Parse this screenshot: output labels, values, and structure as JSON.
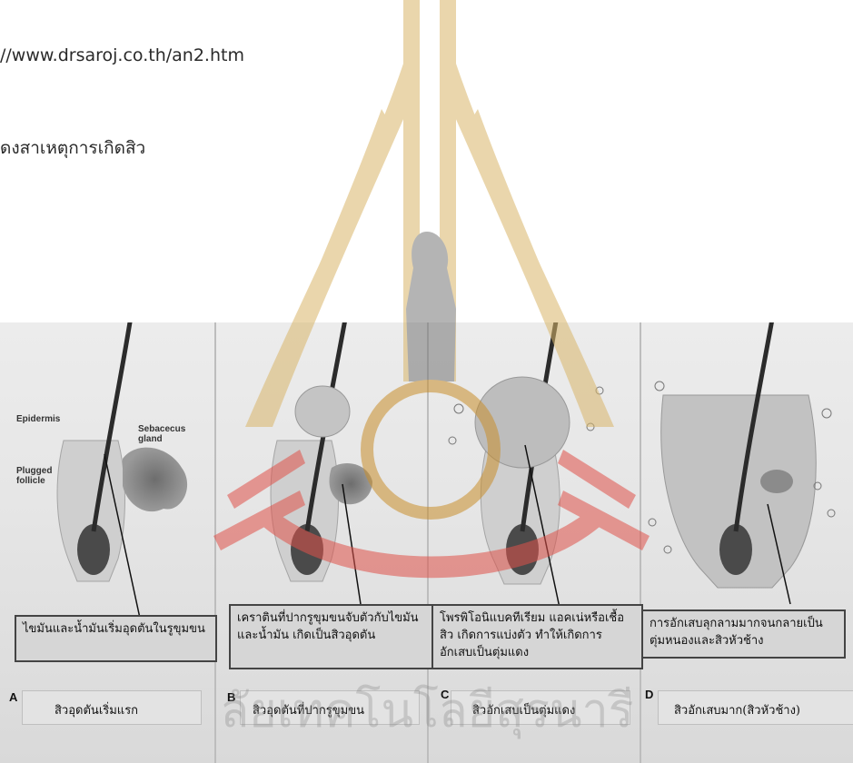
{
  "document": {
    "url_line": "//www.drsaroj.co.th/an2.htm",
    "caption_line": "ดงสาเหตุการเกิดสิว"
  },
  "figure": {
    "anatomy_labels": {
      "epidermis": "Epidermis",
      "sebaceous": "Sebacecus\ngland",
      "plugged": "Plugged\nfollicle"
    },
    "panels": [
      {
        "letter": "A",
        "note": "ไขมันและน้ำมันเริ่มอุดตันในรูขุมขน",
        "caption": "สิวอุดตันเริ่มแรก"
      },
      {
        "letter": "B",
        "note": "เคราตินที่ปากรูขุมขนจับตัวกับไขมันและน้ำมัน เกิดเป็นสิวอุดตัน",
        "caption": "สิวอุดตันที่ปากรูขุมขน"
      },
      {
        "letter": "C",
        "note": "โพรพิโอนิแบคทีเรียม แอคเน่หรือเชื้อสิว เกิดการแบ่งตัว ทำให้เกิดการอักเสบเป็นตุ่มแดง",
        "caption": "สิวอักเสบเป็นตุ่มแดง"
      },
      {
        "letter": "D",
        "note": "การอักเสบลุกลามมากจนกลายเป็นตุ่มหนองและสิวหัวช้าง",
        "caption": "สิวอักเสบมาก(สิวหัวช้าง)"
      }
    ]
  },
  "colors": {
    "watermark_gold": "#d9b66a",
    "watermark_red": "#e0524a",
    "figure_bg": "#e6e6e6"
  }
}
